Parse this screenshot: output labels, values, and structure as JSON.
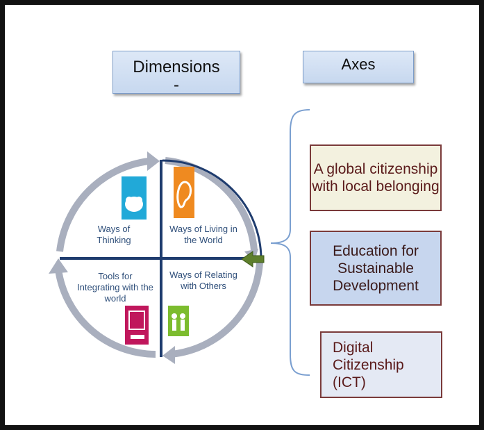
{
  "headers": {
    "dimensions": "Dimensions",
    "dimensions_sub": "-",
    "axes": "Axes"
  },
  "quadrants": {
    "thinking": "Ways of Thinking",
    "living": "Ways of Living in the World",
    "tools": "Tools for Integrating with the world",
    "relating": "Ways of Relating with Others"
  },
  "axes_items": [
    "A global citizenship with local belonging",
    "Education for Sustainable Development",
    "Digital Citizenship (ICT)"
  ],
  "colors": {
    "cycle_arrow": "#a9afbe",
    "cross": "#1f3c6e",
    "icon_thinking": "#21a9d8",
    "icon_living": "#ef8a20",
    "icon_tools": "#c0175c",
    "icon_relating": "#7cbc2e",
    "pointer_arrow": "#5e7f2c"
  },
  "icons": [
    "brain-icon",
    "ear-icon",
    "computer-icon",
    "people-icon",
    "green-pointer-arrow-icon",
    "curly-brace-icon"
  ]
}
